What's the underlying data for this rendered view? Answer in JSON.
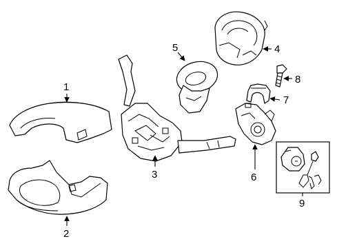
{
  "callouts": {
    "c1": "1",
    "c2": "2",
    "c3": "3",
    "c4": "4",
    "c5": "5",
    "c6": "6",
    "c7": "7",
    "c8": "8",
    "c9": "9"
  },
  "parts": [
    {
      "callout": "1",
      "icon": "upper-column-cover-icon"
    },
    {
      "callout": "2",
      "icon": "lower-column-cover-icon"
    },
    {
      "callout": "3",
      "icon": "combination-switch-icon"
    },
    {
      "callout": "4",
      "icon": "clockspring-icon"
    },
    {
      "callout": "5",
      "icon": "clockspring-cover-icon"
    },
    {
      "callout": "6",
      "icon": "ignition-lock-housing-icon"
    },
    {
      "callout": "7",
      "icon": "clamp-icon"
    },
    {
      "callout": "8",
      "icon": "bolt-icon"
    },
    {
      "callout": "9",
      "icon": "lock-cylinder-with-keys-icon"
    }
  ]
}
